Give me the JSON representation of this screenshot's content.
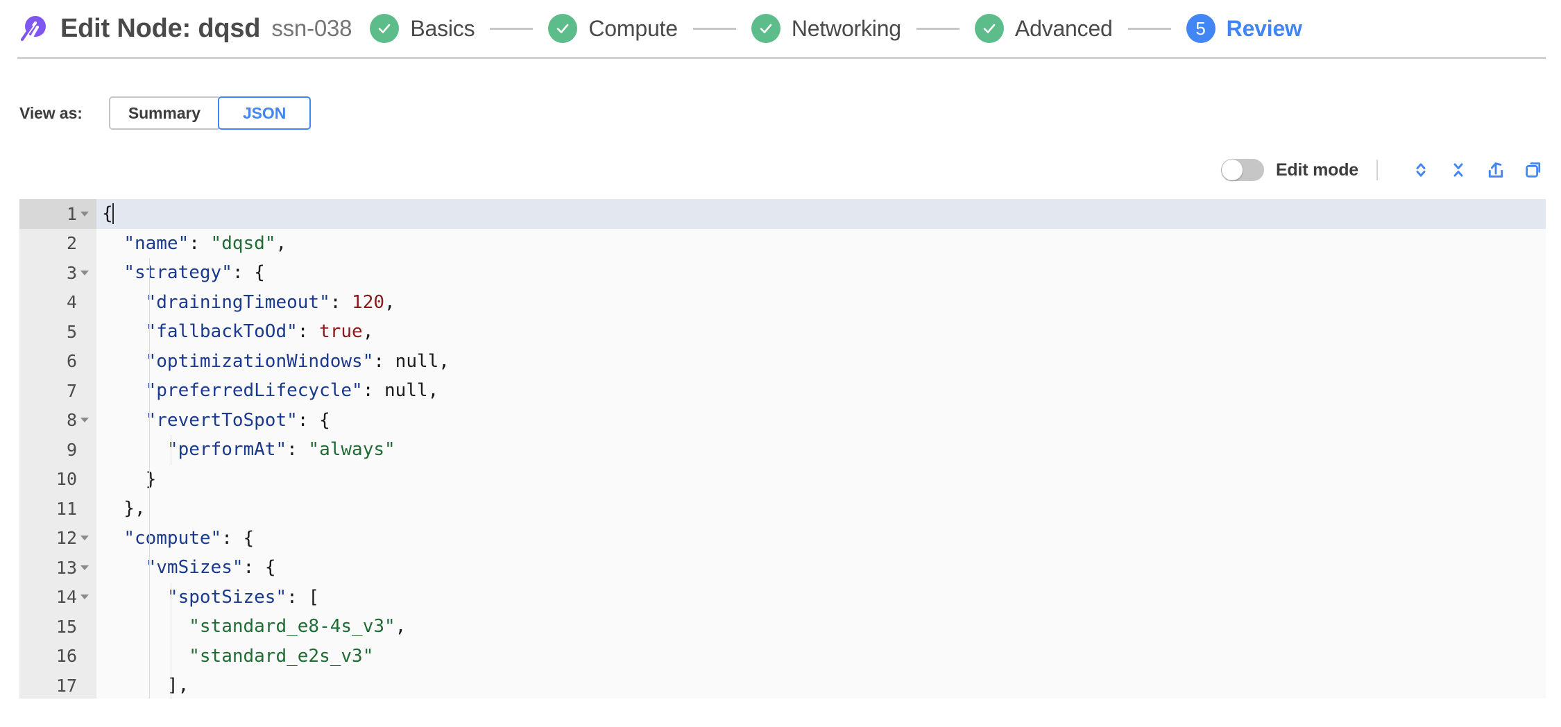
{
  "header": {
    "logo_name": "spot-logo-icon",
    "title": "Edit Node: dqsd",
    "subtitle": "ssn-038",
    "steps": [
      {
        "label": "Basics",
        "state": "done",
        "badge": "check-icon"
      },
      {
        "label": "Compute",
        "state": "done",
        "badge": "check-icon"
      },
      {
        "label": "Networking",
        "state": "done",
        "badge": "check-icon"
      },
      {
        "label": "Advanced",
        "state": "done",
        "badge": "check-icon"
      },
      {
        "label": "Review",
        "state": "current",
        "badge": "5"
      }
    ]
  },
  "view_as": {
    "label": "View as:",
    "options": [
      "Summary",
      "JSON"
    ],
    "selected": "JSON"
  },
  "editor_toolbar": {
    "edit_mode_label": "Edit mode",
    "edit_mode_on": false,
    "icons": [
      "expand-all-icon",
      "collapse-all-icon",
      "share-icon",
      "copy-icon"
    ]
  },
  "colors": {
    "accent_blue": "#4285f4",
    "step_done_green": "#5cbd8a",
    "logo_purple": "#7f56f0",
    "json_key": "#1a3a8f",
    "json_string": "#1f6b34",
    "json_number": "#8b1a1a",
    "active_line": "#e3e7f0"
  },
  "json_editor": {
    "active_line": 1,
    "lines": [
      {
        "n": 1,
        "fold": true,
        "indent": 0,
        "tokens": [
          {
            "t": "punc",
            "v": "{"
          },
          {
            "t": "cursor",
            "v": ""
          }
        ]
      },
      {
        "n": 2,
        "fold": false,
        "indent": 1,
        "tokens": [
          {
            "t": "key",
            "v": "\"name\""
          },
          {
            "t": "punc",
            "v": ": "
          },
          {
            "t": "str",
            "v": "\"dqsd\""
          },
          {
            "t": "punc",
            "v": ","
          }
        ]
      },
      {
        "n": 3,
        "fold": true,
        "indent": 1,
        "tokens": [
          {
            "t": "key",
            "v": "\"strategy\""
          },
          {
            "t": "punc",
            "v": ": {"
          }
        ]
      },
      {
        "n": 4,
        "fold": false,
        "indent": 2,
        "tokens": [
          {
            "t": "key",
            "v": "\"drainingTimeout\""
          },
          {
            "t": "punc",
            "v": ": "
          },
          {
            "t": "num",
            "v": "120"
          },
          {
            "t": "punc",
            "v": ","
          }
        ]
      },
      {
        "n": 5,
        "fold": false,
        "indent": 2,
        "tokens": [
          {
            "t": "key",
            "v": "\"fallbackToOd\""
          },
          {
            "t": "punc",
            "v": ": "
          },
          {
            "t": "bool",
            "v": "true"
          },
          {
            "t": "punc",
            "v": ","
          }
        ]
      },
      {
        "n": 6,
        "fold": false,
        "indent": 2,
        "tokens": [
          {
            "t": "key",
            "v": "\"optimizationWindows\""
          },
          {
            "t": "punc",
            "v": ": "
          },
          {
            "t": "null",
            "v": "null"
          },
          {
            "t": "punc",
            "v": ","
          }
        ]
      },
      {
        "n": 7,
        "fold": false,
        "indent": 2,
        "tokens": [
          {
            "t": "key",
            "v": "\"preferredLifecycle\""
          },
          {
            "t": "punc",
            "v": ": "
          },
          {
            "t": "null",
            "v": "null"
          },
          {
            "t": "punc",
            "v": ","
          }
        ]
      },
      {
        "n": 8,
        "fold": true,
        "indent": 2,
        "tokens": [
          {
            "t": "key",
            "v": "\"revertToSpot\""
          },
          {
            "t": "punc",
            "v": ": {"
          }
        ]
      },
      {
        "n": 9,
        "fold": false,
        "indent": 3,
        "tokens": [
          {
            "t": "key",
            "v": "\"performAt\""
          },
          {
            "t": "punc",
            "v": ": "
          },
          {
            "t": "str",
            "v": "\"always\""
          }
        ]
      },
      {
        "n": 10,
        "fold": false,
        "indent": 2,
        "tokens": [
          {
            "t": "punc",
            "v": "}"
          }
        ]
      },
      {
        "n": 11,
        "fold": false,
        "indent": 1,
        "tokens": [
          {
            "t": "punc",
            "v": "},"
          }
        ]
      },
      {
        "n": 12,
        "fold": true,
        "indent": 1,
        "tokens": [
          {
            "t": "key",
            "v": "\"compute\""
          },
          {
            "t": "punc",
            "v": ": {"
          }
        ]
      },
      {
        "n": 13,
        "fold": true,
        "indent": 2,
        "tokens": [
          {
            "t": "key",
            "v": "\"vmSizes\""
          },
          {
            "t": "punc",
            "v": ": {"
          }
        ]
      },
      {
        "n": 14,
        "fold": true,
        "indent": 3,
        "tokens": [
          {
            "t": "key",
            "v": "\"spotSizes\""
          },
          {
            "t": "punc",
            "v": ": ["
          }
        ]
      },
      {
        "n": 15,
        "fold": false,
        "indent": 4,
        "tokens": [
          {
            "t": "str",
            "v": "\"standard_e8-4s_v3\""
          },
          {
            "t": "punc",
            "v": ","
          }
        ]
      },
      {
        "n": 16,
        "fold": false,
        "indent": 4,
        "tokens": [
          {
            "t": "str",
            "v": "\"standard_e2s_v3\""
          }
        ]
      },
      {
        "n": 17,
        "fold": false,
        "indent": 3,
        "tokens": [
          {
            "t": "punc",
            "v": "],"
          }
        ]
      }
    ]
  }
}
